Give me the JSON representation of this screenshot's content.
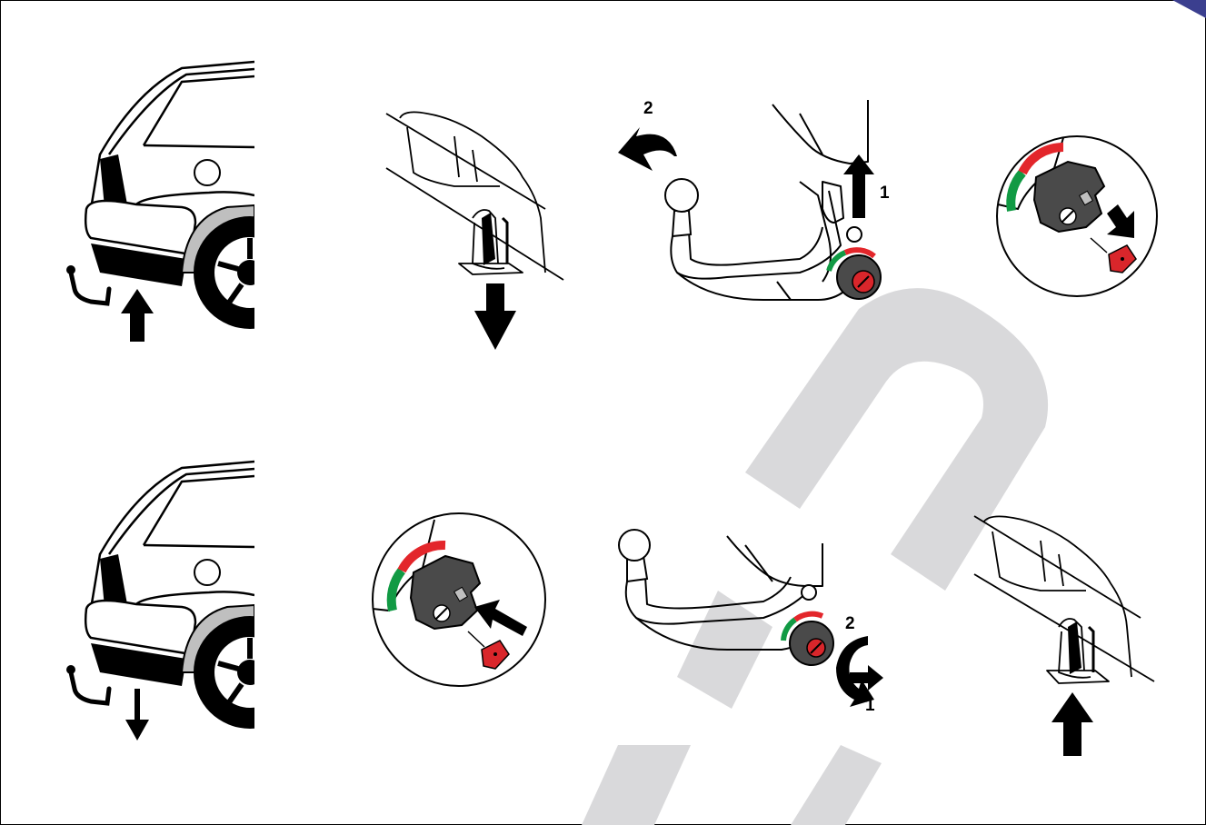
{
  "step_labels": {
    "step3_rotate": "2",
    "step3_lift": "1",
    "step7_rotate": "2",
    "step7_push": "1"
  },
  "colors": {
    "watermark": "#d9d9db",
    "corner_tab": "#3b3f8f",
    "indicator_red": "#e3262b",
    "indicator_green": "#119a44",
    "knob": "#4a4a4a",
    "cap": "#d9262b"
  },
  "icons": [
    "car-rear",
    "tow-hook",
    "arrow-up",
    "arrow-down",
    "release-lever",
    "ball-neck",
    "locking-knob",
    "key",
    "rotate-arrow"
  ]
}
